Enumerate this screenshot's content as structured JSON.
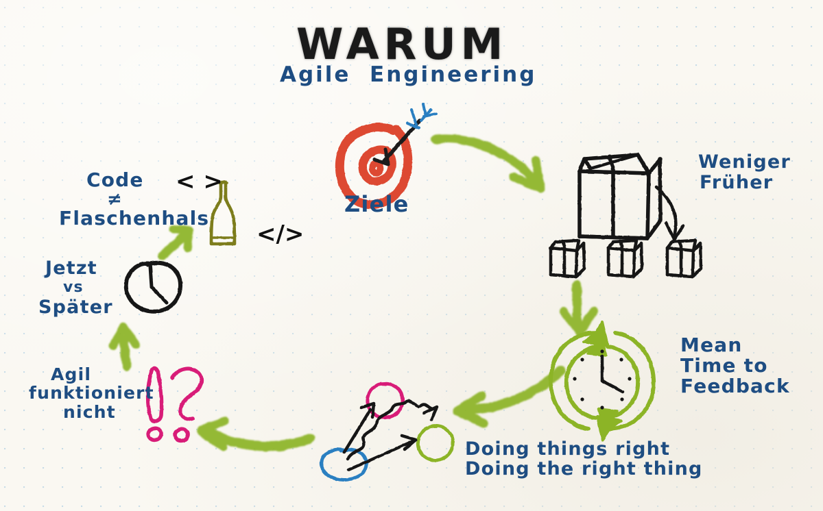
{
  "page": {
    "kind": "hand-drawn sketchnote",
    "background_color": "#faf8f2",
    "dot_grid_color": "#78afd7"
  },
  "palette": {
    "ink_blue": "#1e4d82",
    "marker_black": "#151515",
    "marker_green": "#8cb428",
    "marker_red": "#dd4a32",
    "marker_pink": "#d81e78",
    "marker_olive": "#7d7d1e",
    "marker_blue": "#2a7fc1"
  },
  "title": {
    "main": "WARUM",
    "subtitle": "Agile  Engineering"
  },
  "nodes": [
    {
      "id": "ziele",
      "label": "Ziele",
      "icon": "target-with-arrow-icon",
      "color": "#dd4a32"
    },
    {
      "id": "weniger-frueher",
      "label": "Weniger\nFrüher",
      "icon": "cube-split-into-small-cubes-icon",
      "color": "#151515"
    },
    {
      "id": "mean-time-to-feedback",
      "label": "Mean\nTime to\nFeedback",
      "icon": "cycle-clock-icon",
      "color": "#8cb428"
    },
    {
      "id": "doing-things-right",
      "label": "Doing things right\nDoing the right thing",
      "icon": "paths-circles-icon",
      "color": "#1e4d82"
    },
    {
      "id": "agil-funktioniert-nicht",
      "label": "Agil\nfunktioniert\nnicht",
      "marks": "!?",
      "icon": "exclamation-question-icon",
      "color": "#d81e78"
    },
    {
      "id": "jetzt-vs-spaeter",
      "label": "Jetzt\nvs\nSpäter",
      "icon": "clock-icon",
      "color": "#151515"
    },
    {
      "id": "code-flaschenhals",
      "label": "Code\n≠\nFlaschenhals",
      "icon": "bottle-icon",
      "color": "#7d7d1e",
      "code_open": "< >",
      "code_close": "</>"
    }
  ],
  "labels": {
    "ziele": "Ziele",
    "weniger": "Weniger",
    "frueher": "Früher",
    "mean": "Mean",
    "time_to": "Time to",
    "feedback": "Feedback",
    "doing_right_1": "Doing things right",
    "doing_right_2": "Doing the right thing",
    "agil_1": "Agil",
    "agil_2": "funktioniert",
    "agil_3": "nicht",
    "marks": "!?",
    "jetzt": "Jetzt",
    "vs": "vs",
    "spaeter": "Später",
    "code": "Code",
    "neq": "≠",
    "flaschenhals": "Flaschenhals",
    "code_open": "< >",
    "code_close": "</>"
  },
  "flow": {
    "direction": "clockwise-then-back",
    "arrow_color": "#8cb428",
    "steps": [
      "Ziele",
      "Weniger Früher",
      "Mean Time to Feedback",
      "Doing things right / Doing the right thing",
      "Agil funktioniert nicht",
      "Jetzt vs Später",
      "Code ≠ Flaschenhals"
    ]
  }
}
